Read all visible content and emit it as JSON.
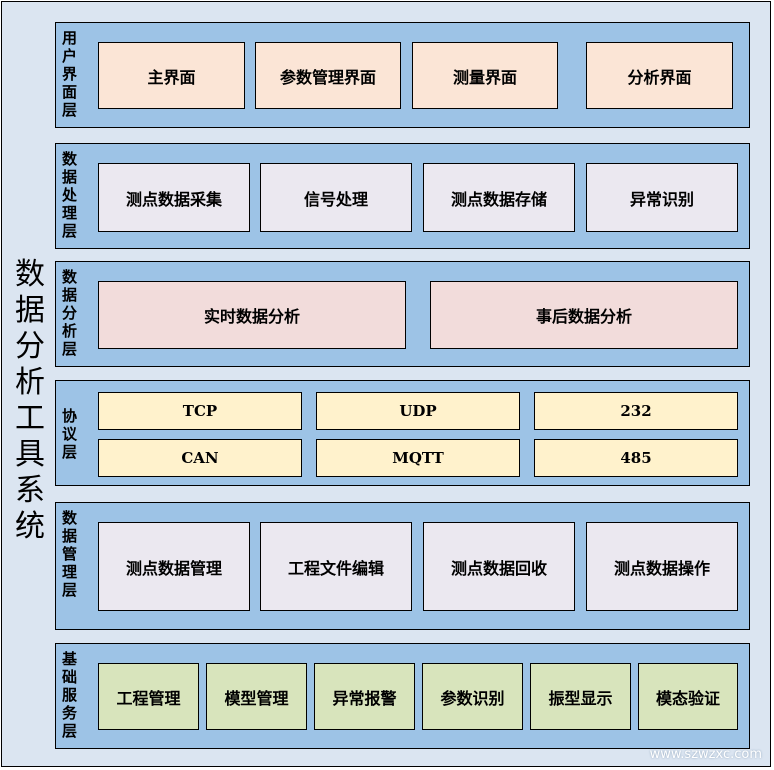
{
  "system_title": [
    "数",
    "据",
    "分",
    "析",
    "工",
    "具",
    "系",
    "统"
  ],
  "watermark": "www.szwzxc.com",
  "colors": {
    "background": "#dbe5f1",
    "layer": "#9dc3e6",
    "ui_box": "#fbe5d6",
    "processing_box": "#ebe8f0",
    "analysis_box": "#f2dcdb",
    "protocol_box": "#fff2cc",
    "management_box": "#ebe8f0",
    "service_box": "#d8e4bc"
  },
  "layers": {
    "user_interface": {
      "label": "用户界面层",
      "items": [
        "主界面",
        "参数管理界面",
        "测量界面",
        "分析界面"
      ]
    },
    "data_processing": {
      "label": "数据处理层",
      "items": [
        "测点数据采集",
        "信号处理",
        "测点数据存储",
        "异常识别"
      ]
    },
    "data_analysis": {
      "label": "数据分析层",
      "items": [
        "实时数据分析",
        "事后数据分析"
      ]
    },
    "protocol": {
      "label": "协议层",
      "items": [
        "TCP",
        "UDP",
        "232",
        "CAN",
        "MQTT",
        "485"
      ]
    },
    "data_management": {
      "label": "数据管理层",
      "items": [
        "测点数据管理",
        "工程文件编辑",
        "测点数据回收",
        "测点数据操作"
      ]
    },
    "basic_service": {
      "label": "基础服务层",
      "items": [
        "工程管理",
        "模型管理",
        "异常报警",
        "参数识别",
        "振型显示",
        "模态验证"
      ]
    }
  }
}
